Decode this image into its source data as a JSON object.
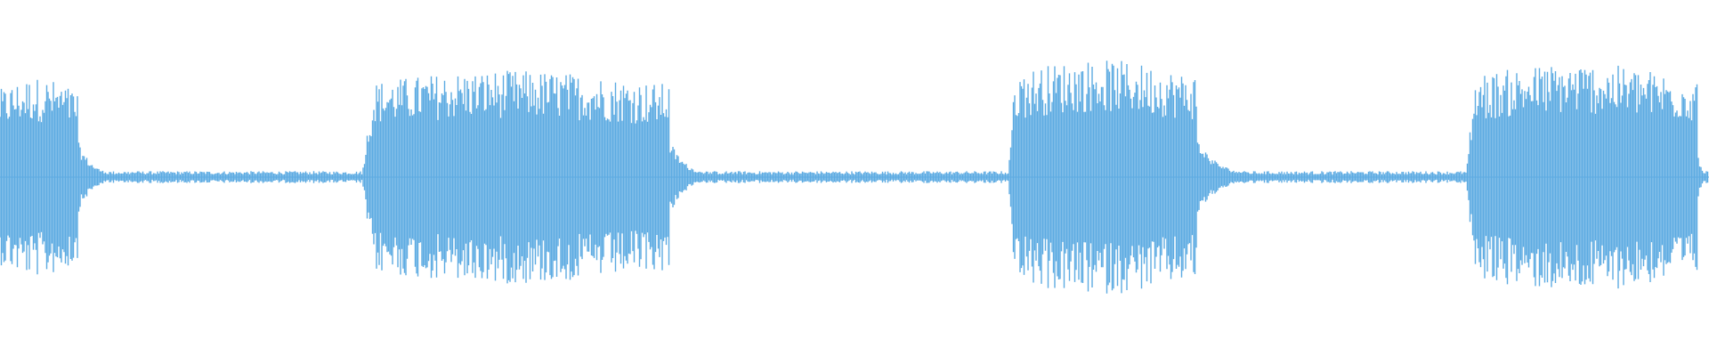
{
  "waveform": {
    "color": "#5dabe2",
    "background": "#ffffff",
    "segments": [
      {
        "start": 0.0,
        "end": 0.046,
        "peak": 0.28,
        "attack": "steady",
        "tail_end": 0.08
      },
      {
        "start": 0.212,
        "end": 0.392,
        "peak": 0.3,
        "attack": "ramp",
        "tail_end": 0.43
      },
      {
        "start": 0.59,
        "end": 0.7,
        "peak": 0.33,
        "attack": "ramp",
        "tail_end": 0.75
      },
      {
        "start": 0.858,
        "end": 0.993,
        "peak": 0.32,
        "attack": "ramp",
        "tail_end": 1.0
      }
    ],
    "silence_level": 0.012
  }
}
